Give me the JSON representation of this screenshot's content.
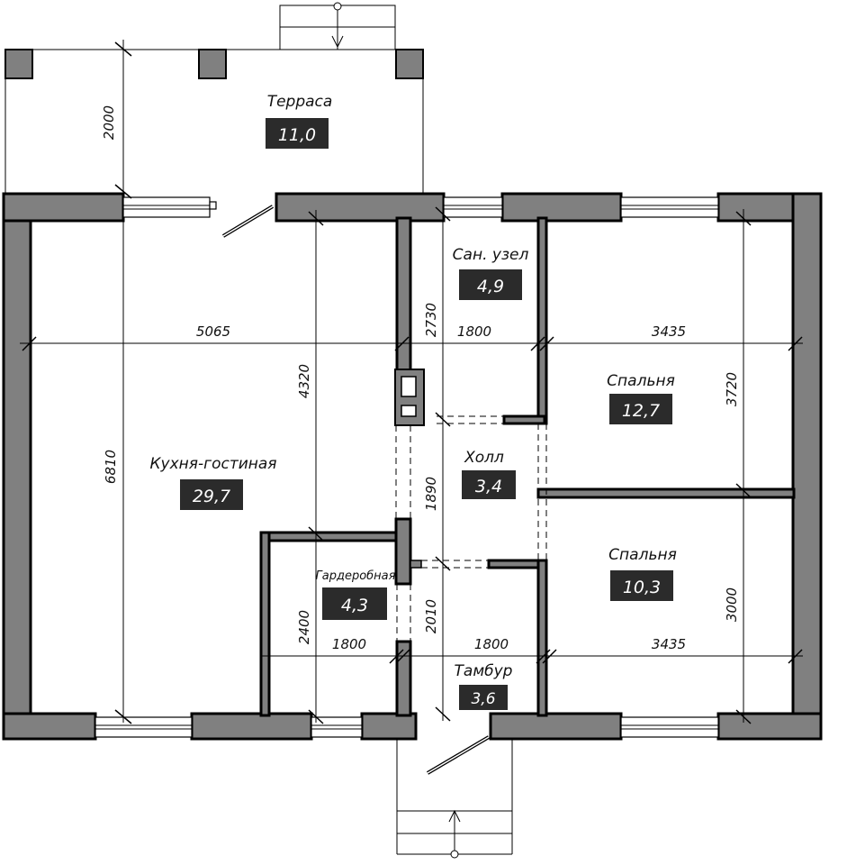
{
  "plan": {
    "rooms": {
      "terrace": {
        "name": "Терраса",
        "area": "11,0"
      },
      "kitchen": {
        "name": "Кухня-гостиная",
        "area": "29,7"
      },
      "bathroom": {
        "name": "Сан. узел",
        "area": "4,9"
      },
      "bedroom1": {
        "name": "Спальня",
        "area": "12,7"
      },
      "hall": {
        "name": "Холл",
        "area": "3,4"
      },
      "bedroom2": {
        "name": "Спальня",
        "area": "10,3"
      },
      "wardrobe": {
        "name": "Гардеробная",
        "area": "4,3"
      },
      "vestibule": {
        "name": "Тамбур",
        "area": "3,6"
      }
    },
    "dimensions": {
      "terrace_depth": "2000",
      "kitchen_width": "5065",
      "kitchen_depth": "4320",
      "total_depth": "6810",
      "bathroom_depth": "2730",
      "bathroom_width": "1800",
      "bedroom1_width": "3435",
      "bedroom1_depth": "3720",
      "hall_depth": "1890",
      "wardrobe_depth": "2400",
      "wardrobe_width": "1800",
      "vestibule_depth": "2010",
      "vestibule_width": "1800",
      "bedroom2_width": "3435",
      "bedroom2_depth": "3000"
    }
  }
}
